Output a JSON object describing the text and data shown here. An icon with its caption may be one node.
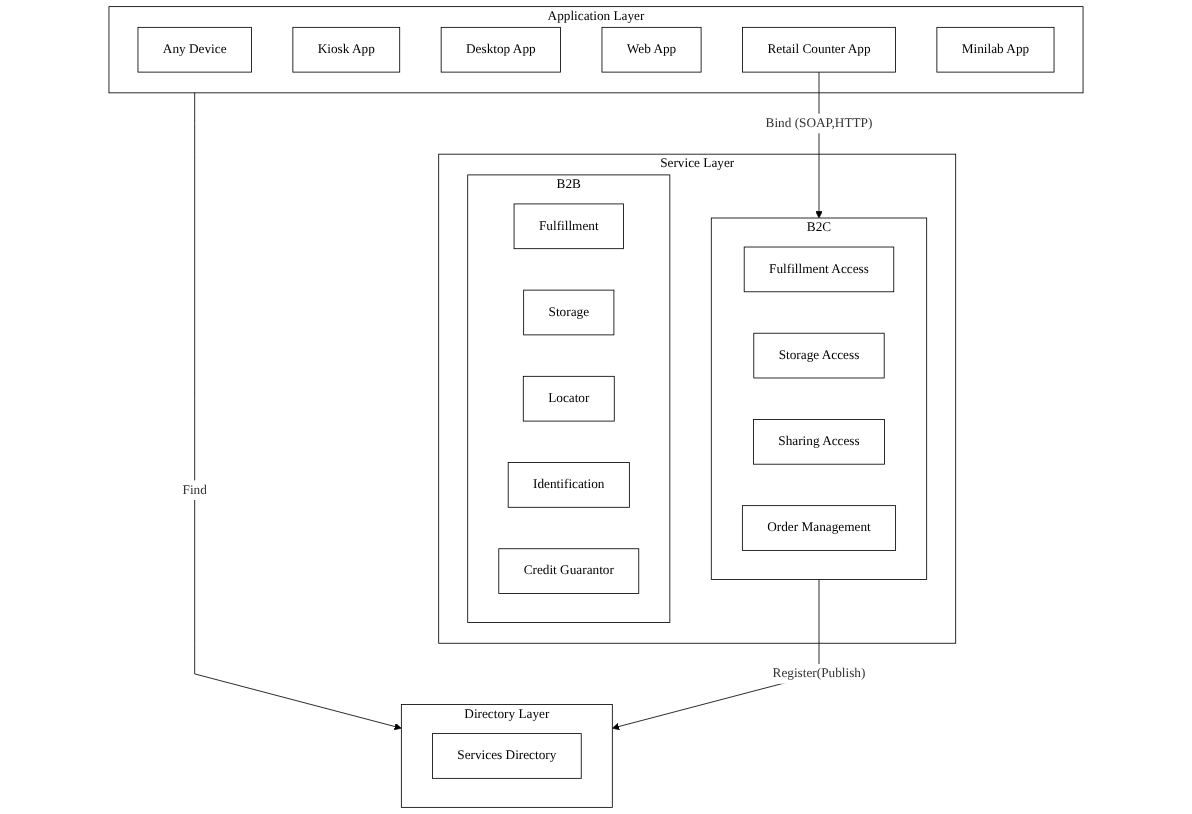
{
  "diagram": {
    "nodes": [
      {
        "text": [
          "Application Layer"
        ]
      },
      {
        "text": [
          "Any Device"
        ],
        "in": 0
      },
      {
        "text": [
          "Kiosk App"
        ],
        "in": 0
      },
      {
        "text": [
          "Desktop App"
        ],
        "in": 0
      },
      {
        "text": [
          "Web App"
        ],
        "in": 0
      },
      {
        "text": [
          "Retail Counter App"
        ],
        "in": 0
      },
      {
        "text": [
          "Minilab App"
        ],
        "in": 0
      },
      {
        "text": [
          "Directory Layer"
        ]
      },
      {
        "text": [
          "Services Directory"
        ],
        "in": 7
      },
      {
        "text": [
          "Service Layer"
        ]
      },
      {
        "text": [
          "B2C"
        ],
        "in": 9
      },
      {
        "text": [
          "Fulfillment Access"
        ],
        "in": 10
      },
      {
        "text": [
          "Storage Access"
        ],
        "in": 10
      },
      {
        "text": [
          "Sharing Access"
        ],
        "in": 10
      },
      {
        "text": [
          "Order Management"
        ],
        "in": 10
      },
      {
        "text": [
          "B2B"
        ],
        "in": 9
      },
      {
        "text": [
          "Fulfillment"
        ],
        "in": 15
      },
      {
        "text": [
          "Storage"
        ],
        "in": 15
      },
      {
        "text": [
          "Locator"
        ],
        "in": 15
      },
      {
        "text": [
          "Identification"
        ],
        "in": 15
      },
      {
        "text": [
          "Credit Guarantor"
        ],
        "in": 15
      }
    ],
    "edges": [
      {
        "from": 0,
        "to": 7,
        "arrow": "to",
        "label": "Find"
      },
      {
        "from": 10,
        "to": 7,
        "arrow": "to",
        "label": "Register(Publish)"
      },
      {
        "from": 5,
        "to": 10,
        "arrow": "to",
        "label": "Bind (SOAP,HTTP)"
      }
    ]
  }
}
